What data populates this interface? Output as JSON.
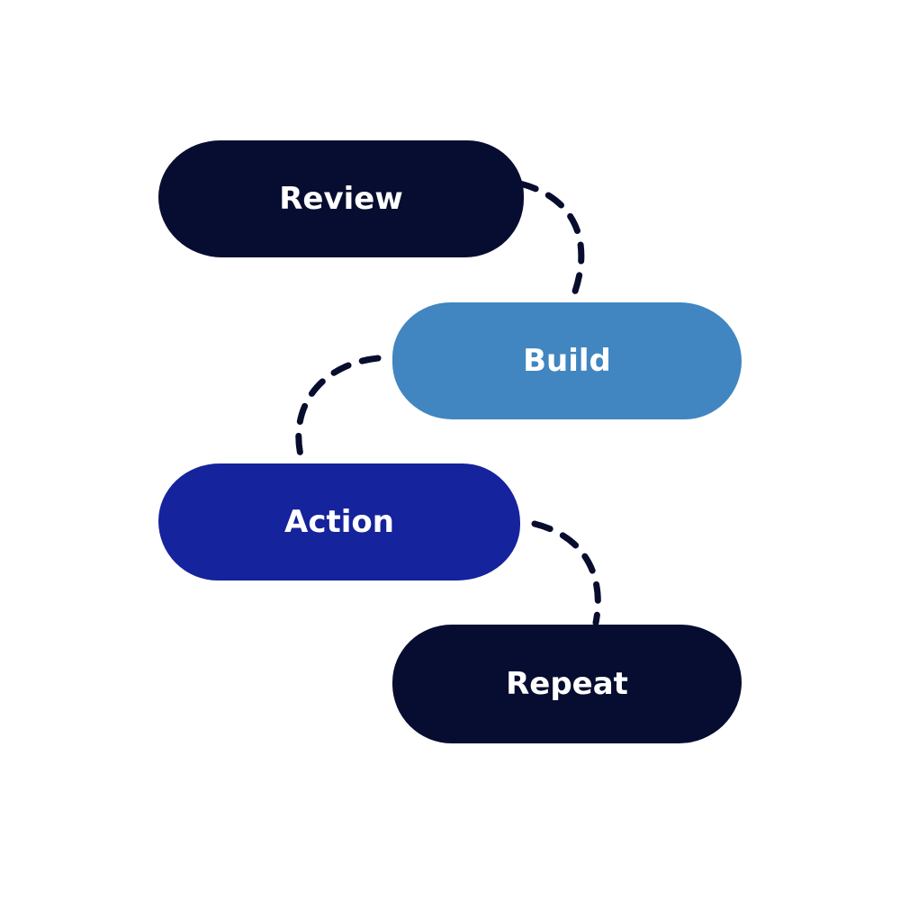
{
  "diagram": {
    "nodes": [
      {
        "label": "Review",
        "color": "#070d30"
      },
      {
        "label": "Build",
        "color": "#4186c0"
      },
      {
        "label": "Action",
        "color": "#15239c"
      },
      {
        "label": "Repeat",
        "color": "#070d30"
      }
    ],
    "connector_color": "#080d2e",
    "edges": [
      {
        "from": "Review",
        "to": "Build",
        "style": "dashed"
      },
      {
        "from": "Build",
        "to": "Action",
        "style": "dashed"
      },
      {
        "from": "Action",
        "to": "Repeat",
        "style": "dashed"
      }
    ]
  }
}
